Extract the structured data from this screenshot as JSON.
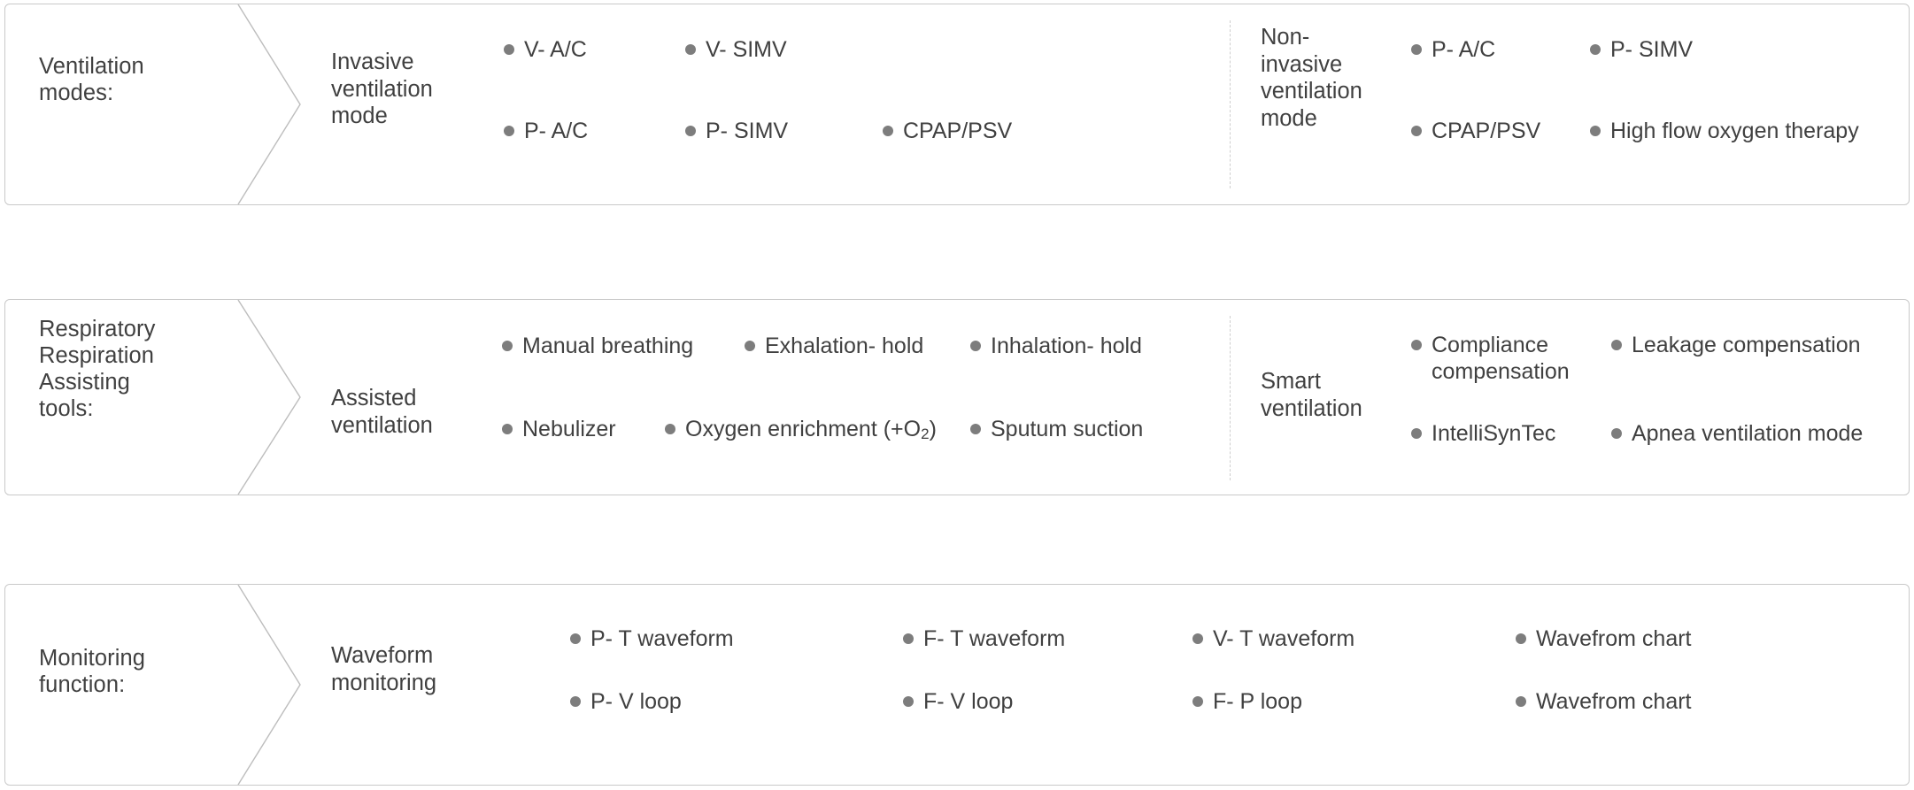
{
  "theme": {
    "panel_border_color": "#c9c9c9",
    "chevron_color": "#bdbdbd",
    "bullet_dot_color": "#7d7d7d",
    "text_color": "#404040",
    "divider_color": "#cfcfcf",
    "background_color": "#ffffff"
  },
  "panels": [
    {
      "category": "Ventilation\nmodes:",
      "groups": [
        {
          "title": "Invasive\nventilation\nmode",
          "rows": [
            [
              "V- A/C",
              "V- SIMV"
            ],
            [
              "P- A/C",
              "P- SIMV",
              "CPAP/PSV"
            ]
          ]
        },
        {
          "title": "Non-\ninvasive\nventilation\nmode",
          "rows": [
            [
              "P- A/C",
              "P- SIMV"
            ],
            [
              "CPAP/PSV",
              "High flow oxygen therapy"
            ]
          ]
        }
      ]
    },
    {
      "category": "Respiratory\nRespiration\nAssisting\ntools:",
      "groups": [
        {
          "title": "Assisted\nventilation",
          "rows": [
            [
              "Manual breathing",
              "Exhalation- hold",
              "Inhalation- hold"
            ],
            [
              "Nebulizer",
              "Oxygen enrichment (+O₂)",
              "Sputum suction"
            ]
          ]
        },
        {
          "title": "Smart\nventilation",
          "rows": [
            [
              "Compliance compensation",
              "Leakage compensation"
            ],
            [
              "IntelliSynTec",
              "Apnea ventilation mode"
            ]
          ]
        }
      ]
    },
    {
      "category": "Monitoring\nfunction:",
      "groups": [
        {
          "title": "Waveform\nmonitoring",
          "rows": [
            [
              "P- T waveform",
              "F- T waveform",
              "V- T waveform",
              "Wavefrom chart"
            ],
            [
              "P- V loop",
              "F- V loop",
              "F- P loop",
              "Wavefrom chart"
            ]
          ]
        }
      ]
    }
  ],
  "items": {
    "p0_g0_title": "Invasive\nventilation\nmode",
    "p0_g0_r0_0": "V- A/C",
    "p0_g0_r0_1": "V- SIMV",
    "p0_g0_r1_0": "P- A/C",
    "p0_g0_r1_1": "P- SIMV",
    "p0_g0_r1_2": "CPAP/PSV",
    "p0_g1_title": "Non-\ninvasive\nventilation\nmode",
    "p0_g1_r0_0": "P- A/C",
    "p0_g1_r0_1": "P- SIMV",
    "p0_g1_r1_0": "CPAP/PSV",
    "p0_g1_r1_1": "High flow oxygen therapy",
    "p1_g0_title": "Assisted\nventilation",
    "p1_g0_r0_0": "Manual breathing",
    "p1_g0_r0_1": "Exhalation- hold",
    "p1_g0_r0_2": "Inhalation- hold",
    "p1_g0_r1_0": "Nebulizer",
    "p1_g0_r1_1_pre": "Oxygen enrichment (+O",
    "p1_g0_r1_1_sub": "2",
    "p1_g0_r1_1_post": ")",
    "p1_g0_r1_2": "Sputum suction",
    "p1_g1_title": "Smart\nventilation",
    "p1_g1_r0_0": "Compliance compensation",
    "p1_g1_r0_1": "Leakage compensation",
    "p1_g1_r1_0": "IntelliSynTec",
    "p1_g1_r1_1": "Apnea ventilation mode",
    "p2_g0_title": "Waveform\nmonitoring",
    "p2_g0_r0_0": "P- T waveform",
    "p2_g0_r0_1": "F- T waveform",
    "p2_g0_r0_2": "V- T waveform",
    "p2_g0_r0_3": "Wavefrom chart",
    "p2_g0_r1_0": "P- V loop",
    "p2_g0_r1_1": "F- V loop",
    "p2_g0_r1_2": "F- P loop",
    "p2_g0_r1_3": "Wavefrom chart",
    "cat0": "Ventilation\nmodes:",
    "cat1": "Respiratory\nRespiration\nAssisting\ntools:",
    "cat2": "Monitoring\nfunction:"
  }
}
